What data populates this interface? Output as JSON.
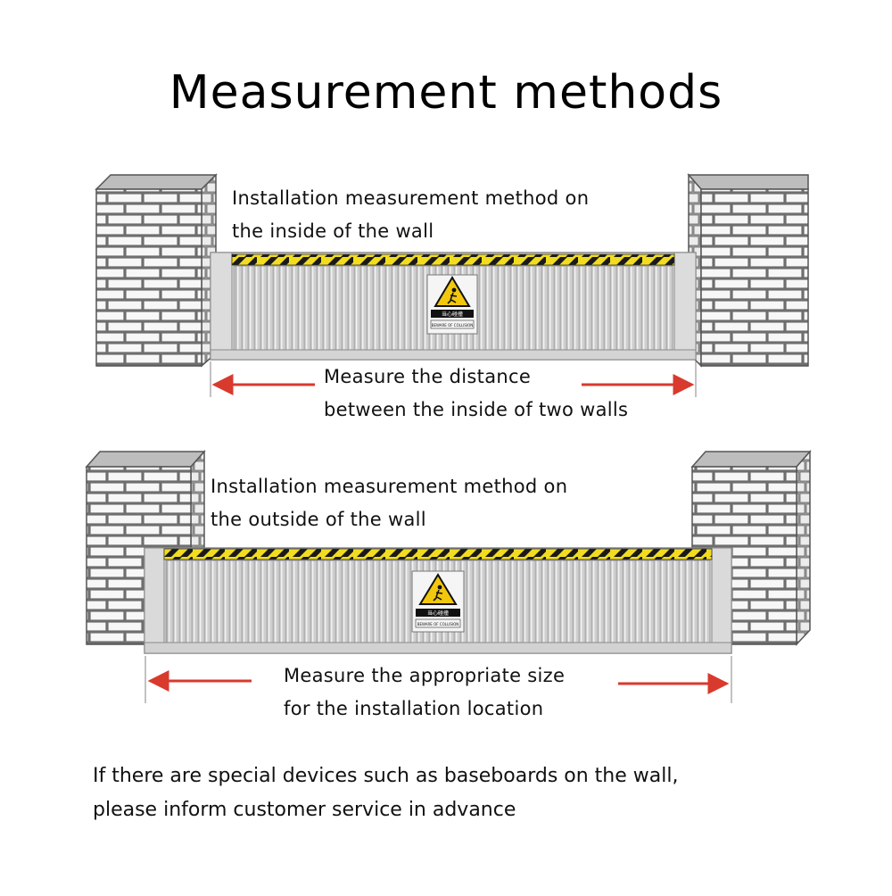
{
  "title": "Measurement methods",
  "sections": [
    {
      "label_lines": [
        "Installation measurement method on",
        "the inside of the wall"
      ],
      "measure_lines": [
        "Measure the distance",
        "between the inside of two walls"
      ],
      "sign_lines": [
        "当心碰撞",
        "BEWARE OF COLLISION"
      ]
    },
    {
      "label_lines": [
        "Installation measurement method on",
        "the outside of the wall"
      ],
      "measure_lines": [
        "Measure the appropriate size",
        "for the installation location"
      ],
      "sign_lines": [
        "当心碰撞",
        "BEWARE OF COLLISION"
      ]
    }
  ],
  "note_lines": [
    "If there are special devices such as baseboards on the wall,",
    "please inform customer service in advance"
  ],
  "colors": {
    "arrow": "#d83a2e",
    "stripe_yellow": "#f2dc1f",
    "stripe_black": "#1a1a1a",
    "brick_fill": "#f4f4f4",
    "brick_line": "#6e6e6e",
    "wall_top": "#bdbdbd",
    "wall_side": "#e3e3e3",
    "barrier_face": "#c9c9c9",
    "warning_yellow": "#f2c80f"
  },
  "icons": [
    "brick-pillar-icon",
    "flood-barrier-icon",
    "warning-collision-icon",
    "arrow-left-icon",
    "arrow-right-icon"
  ]
}
